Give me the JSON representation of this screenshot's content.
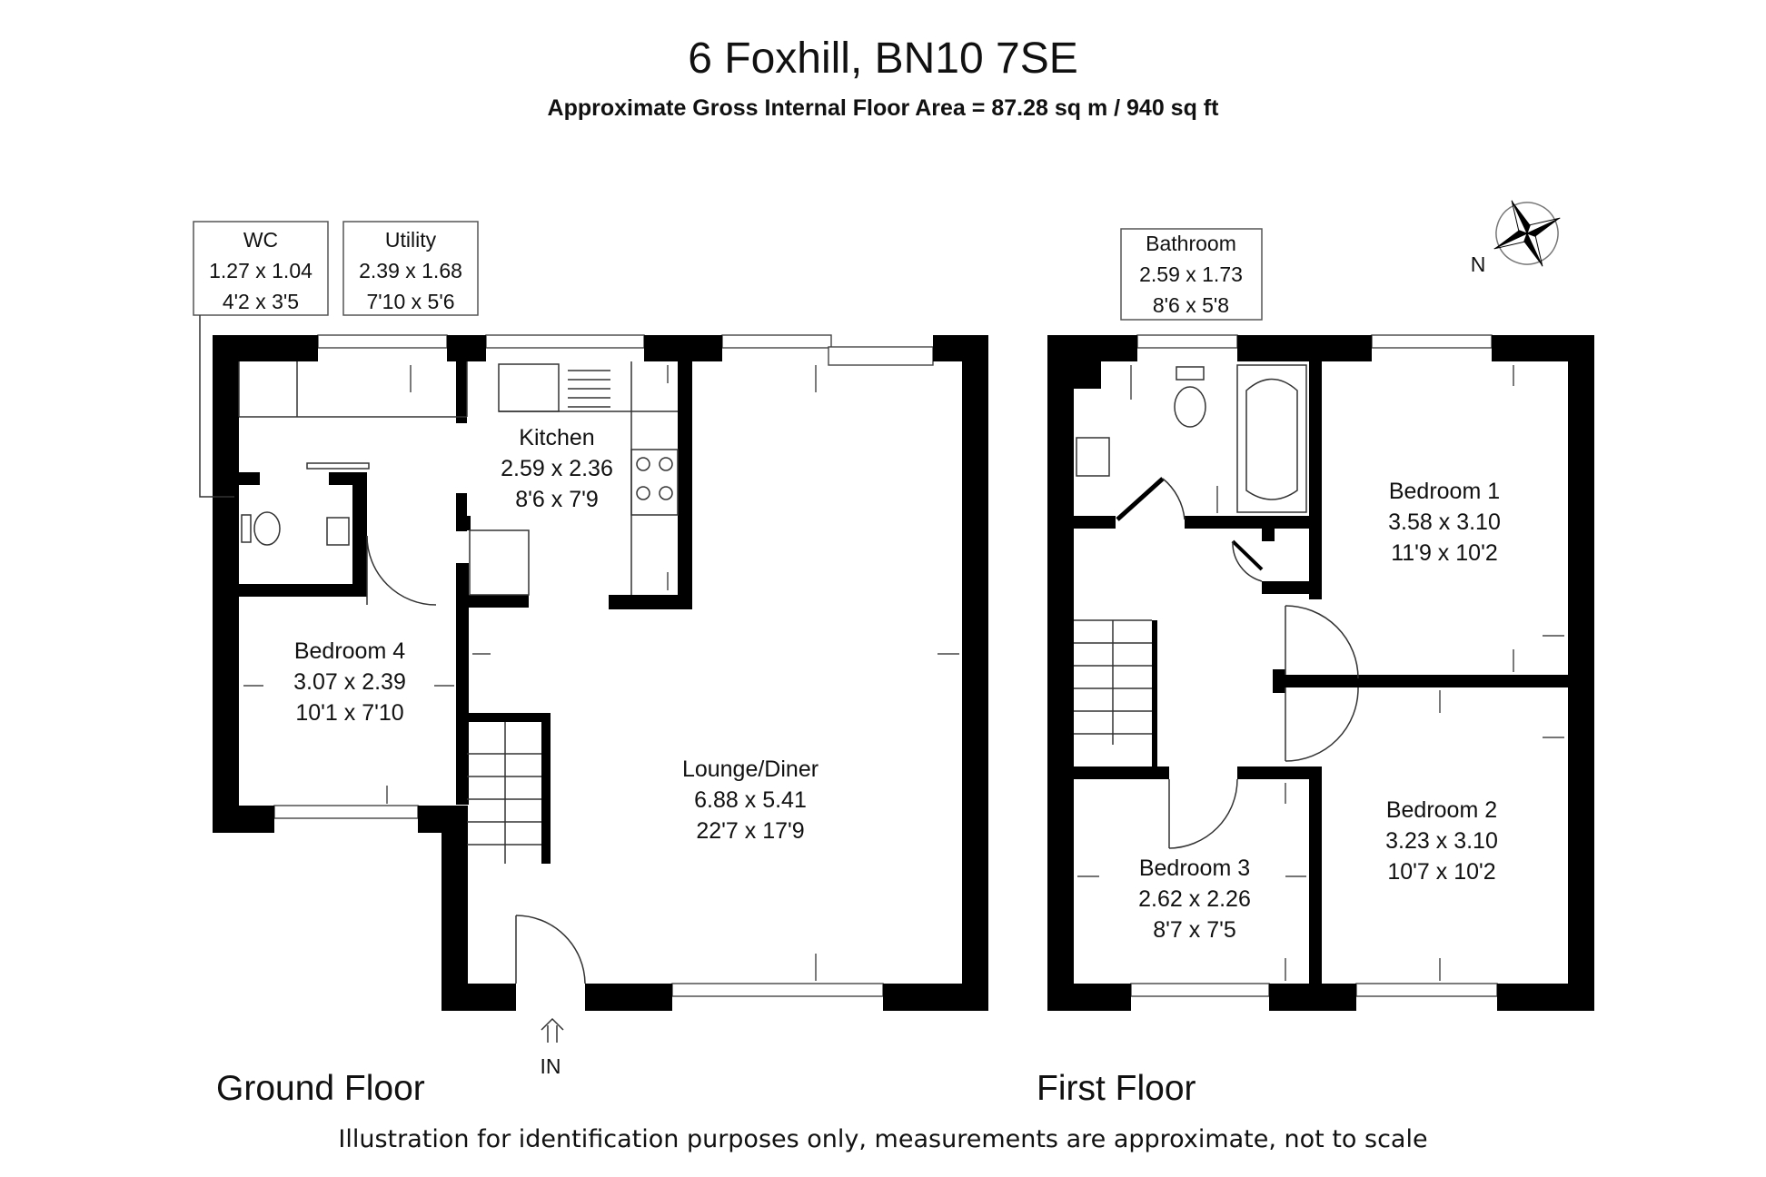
{
  "header": {
    "title": "6 Foxhill, BN10 7SE",
    "subtitle": "Approximate Gross Internal Floor Area = 87.28 sq m / 940 sq ft"
  },
  "floors": {
    "ground": "Ground Floor",
    "first": "First Floor"
  },
  "rooms": {
    "wc": {
      "name": "WC",
      "metric": "1.27 x 1.04",
      "imperial": "4'2 x 3'5"
    },
    "utility": {
      "name": "Utility",
      "metric": "2.39 x 1.68",
      "imperial": "7'10 x 5'6"
    },
    "kitchen": {
      "name": "Kitchen",
      "metric": "2.59 x 2.36",
      "imperial": "8'6 x 7'9"
    },
    "bedroom4": {
      "name": "Bedroom 4",
      "metric": "3.07 x 2.39",
      "imperial": "10'1 x 7'10"
    },
    "lounge": {
      "name": "Lounge/Diner",
      "metric": "6.88 x 5.41",
      "imperial": "22'7 x 17'9"
    },
    "bathroom": {
      "name": "Bathroom",
      "metric": "2.59 x 1.73",
      "imperial": "8'6 x 5'8"
    },
    "bedroom1": {
      "name": "Bedroom 1",
      "metric": "3.58 x 3.10",
      "imperial": "11'9 x 10'2"
    },
    "bedroom2": {
      "name": "Bedroom 2",
      "metric": "3.23 x 3.10",
      "imperial": "10'7 x 10'2"
    },
    "bedroom3": {
      "name": "Bedroom 3",
      "metric": "2.62 x 2.26",
      "imperial": "8'7 x 7'5"
    }
  },
  "entrance": "IN",
  "compass": "N",
  "footer": "Illustration for identification purposes only, measurements are approximate, not to scale",
  "colors": {
    "wall": "#000000",
    "background": "#ffffff"
  }
}
